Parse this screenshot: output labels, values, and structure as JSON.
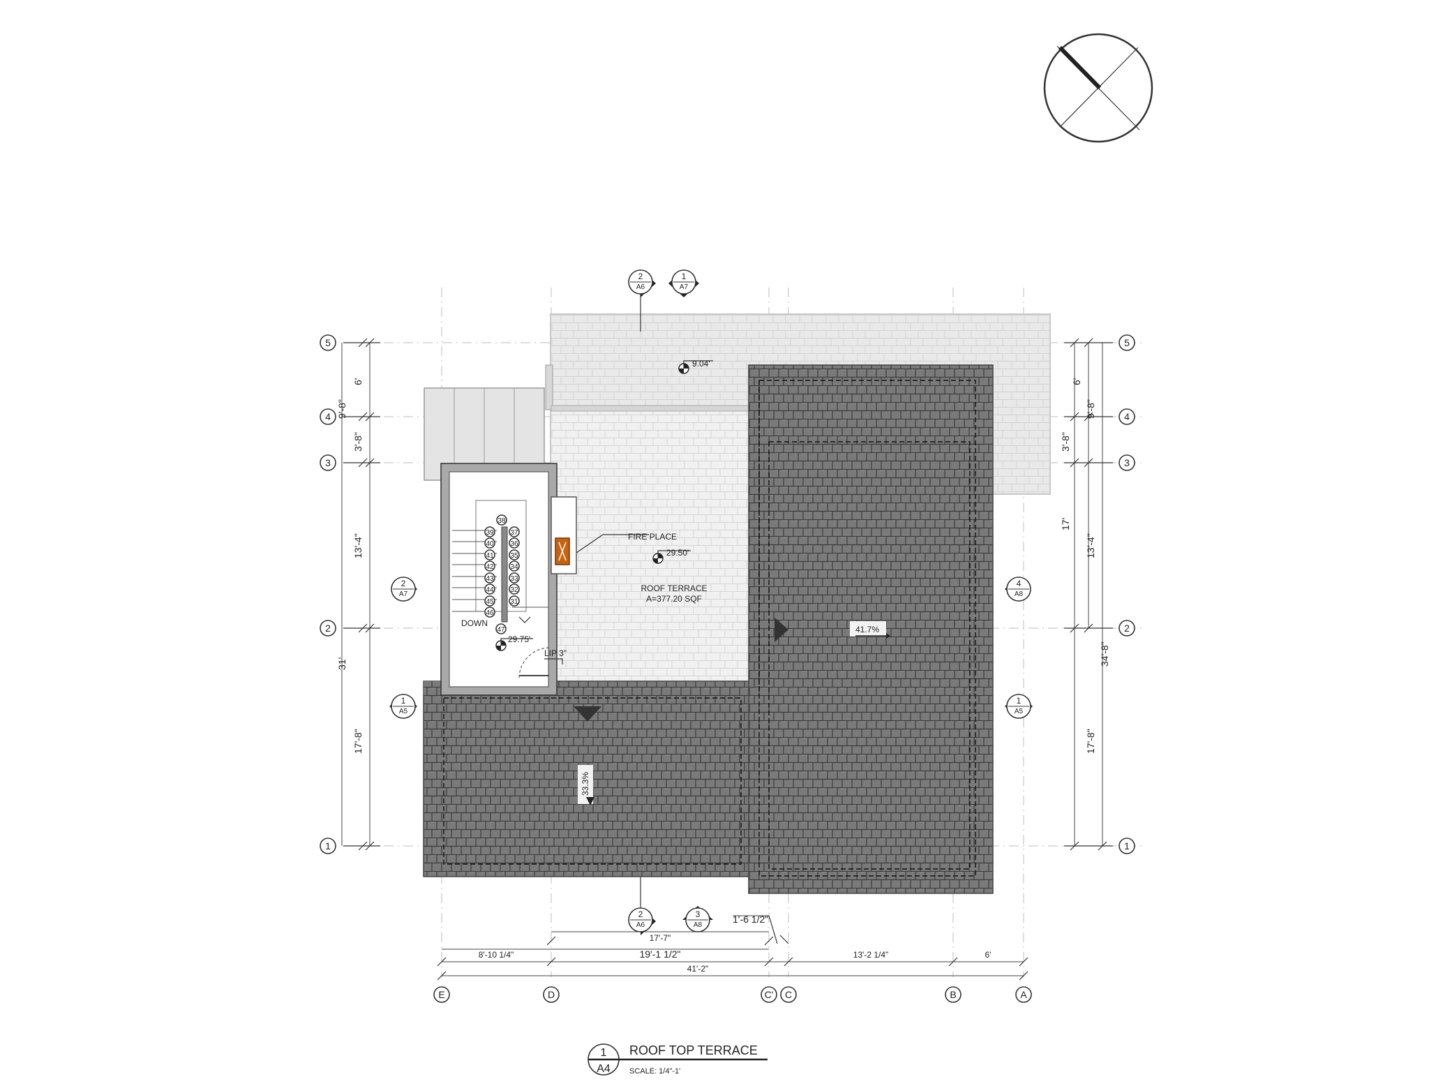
{
  "title_block": {
    "view_number": "1",
    "sheet": "A4",
    "title": "ROOF TOP TERRACE",
    "scale": "SCALE: 1/4\"-1'"
  },
  "grid_rows": [
    {
      "label": "5"
    },
    {
      "label": "4"
    },
    {
      "label": "3"
    },
    {
      "label": "2"
    },
    {
      "label": "1"
    }
  ],
  "grid_cols": [
    {
      "label": "E"
    },
    {
      "label": "D"
    },
    {
      "label": "C'"
    },
    {
      "label": "C"
    },
    {
      "label": "B"
    },
    {
      "label": "A"
    }
  ],
  "dimensions": {
    "left": [
      "6'",
      "9'-8\"",
      "3'-8\"",
      "13'-4\"",
      "31'",
      "17'-8\""
    ],
    "right": [
      "6'",
      "9'-8\"",
      "3'-8\"",
      "17'",
      "13'-4\"",
      "34'-8\"",
      "17'-8\""
    ],
    "bottom": [
      "1'-6 1/2\"",
      "17'-7\"",
      "8'-10 1/4\"",
      "19'-1 1/2\"",
      "13'-2 1/4\"",
      "6'",
      "41'-2\""
    ]
  },
  "section_markers": [
    {
      "num": "2",
      "sheet": "A6"
    },
    {
      "num": "1",
      "sheet": "A7"
    },
    {
      "num": "2",
      "sheet": "A7"
    },
    {
      "num": "4",
      "sheet": "A8"
    },
    {
      "num": "1",
      "sheet": "A5"
    },
    {
      "num": "1",
      "sheet": "A5"
    },
    {
      "num": "2",
      "sheet": "A6"
    },
    {
      "num": "3",
      "sheet": "A8"
    }
  ],
  "labels": {
    "fire_place": "FIRE PLACE",
    "roof_terrace": "ROOF TERRACE",
    "area": "A=377.20 SQF",
    "down": "DOWN",
    "lip": "LIP 3\"",
    "elev_top": "9.04'",
    "elev_terrace": "29.50'",
    "elev_stair": "29.75'",
    "slope_right": "41.7%",
    "slope_left": "33.3%"
  },
  "stair_treads": {
    "left": [
      "39",
      "40",
      "41",
      "42",
      "43",
      "44",
      "45",
      "46"
    ],
    "right": [
      "37",
      "36",
      "35",
      "34",
      "33",
      "32",
      "31"
    ],
    "top": "38",
    "bottom": "47"
  },
  "colors": {
    "roof_dark": "#7d7d7d",
    "terrace": "#f0f0f0",
    "canopy": "#ebebeb",
    "wall": "#a8a8a8",
    "fireplace": "#c8620f"
  }
}
